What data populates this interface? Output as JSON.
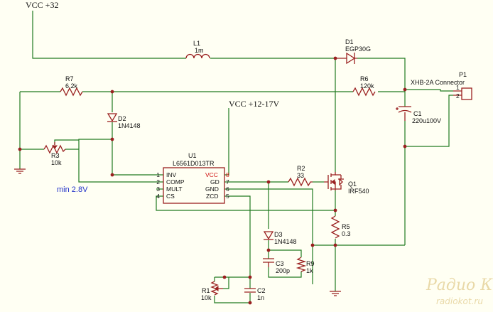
{
  "supplies": {
    "vcc_main": "VCC +32",
    "vcc_ic": "VCC +12-17V"
  },
  "components": {
    "L1": {
      "ref": "L1",
      "value": "1m"
    },
    "D1": {
      "ref": "D1",
      "value": "EGP30G"
    },
    "R7": {
      "ref": "R7",
      "value": "6.2k"
    },
    "R6": {
      "ref": "R6",
      "value": "120k"
    },
    "D2": {
      "ref": "D2",
      "value": "1N4148"
    },
    "R3": {
      "ref": "R3",
      "value": "10k"
    },
    "U1": {
      "ref": "U1",
      "value": "L6561D013TR"
    },
    "R2": {
      "ref": "R2",
      "value": "33"
    },
    "Q1": {
      "ref": "Q1",
      "value": "IRF540"
    },
    "C1": {
      "ref": "C1",
      "value": "220u100V"
    },
    "P1": {
      "ref": "P1",
      "value": "XHB-2A Connector"
    },
    "R5": {
      "ref": "R5",
      "value": "0.3"
    },
    "D3": {
      "ref": "D3",
      "value": "1N4148"
    },
    "C3": {
      "ref": "C3",
      "value": "200p"
    },
    "R9": {
      "ref": "R9",
      "value": "1k"
    },
    "R1": {
      "ref": "R1",
      "value": "10k"
    },
    "C2": {
      "ref": "C2",
      "value": "1n"
    }
  },
  "ic_pins": {
    "left": [
      {
        "num": "1",
        "name": "INV"
      },
      {
        "num": "2",
        "name": "COMP"
      },
      {
        "num": "3",
        "name": "MULT"
      },
      {
        "num": "4",
        "name": "CS"
      }
    ],
    "right": [
      {
        "num": "8",
        "name": "VCC"
      },
      {
        "num": "7",
        "name": "GD"
      },
      {
        "num": "6",
        "name": "GND"
      },
      {
        "num": "5",
        "name": "ZCD"
      }
    ]
  },
  "connector_pins": [
    "1",
    "2"
  ],
  "note": "min 2.8V",
  "watermark": {
    "line1": "Радио КОТ",
    "line2": "radiokot.ru"
  },
  "colors": {
    "wire": "#207a20",
    "part": "#9a2020",
    "note": "#2030c8",
    "pin_vcc": "#d01010"
  }
}
